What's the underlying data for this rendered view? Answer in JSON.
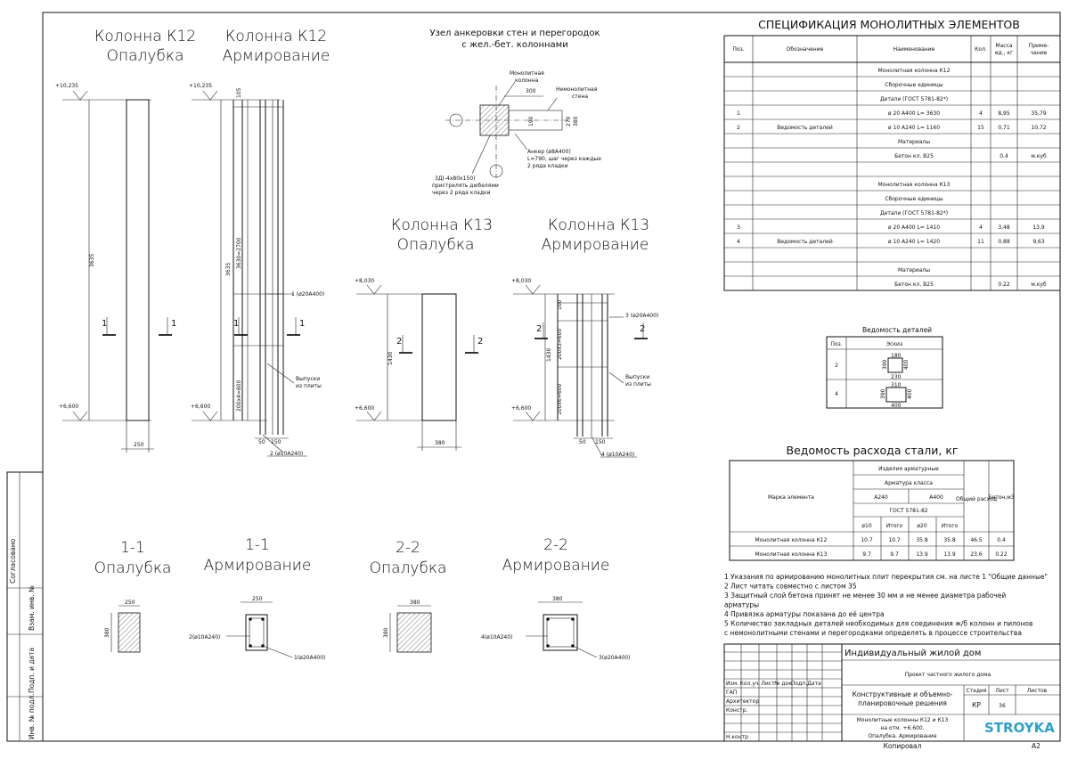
{
  "views": {
    "k12_formwork_title": [
      "Колонна К12",
      "Опалубка"
    ],
    "k12_rebar_title": [
      "Колонна К12",
      "Армирование"
    ],
    "k13_formwork_title": [
      "Колонна К13",
      "Опалубка"
    ],
    "k13_rebar_title": [
      "Колонна К13",
      "Армирование"
    ],
    "s11_formwork_title": [
      "1-1",
      "Опалубка"
    ],
    "s11_rebar_title": [
      "1-1",
      "Армирование"
    ],
    "s22_formwork_title": [
      "2-2",
      "Опалубка"
    ],
    "s22_rebar_title": [
      "2-2",
      "Армирование"
    ],
    "node_title": [
      "Узел анкеровки стен и перегородок",
      "с жел.-бет. колоннами"
    ]
  },
  "marks": {
    "lvl_top_k12": "+10,235",
    "lvl_bot": "+6,600",
    "lvl_top_k13": "+8,030",
    "dim_k12_h": "3635",
    "dim_k12_w": "250",
    "dim_k13_h": "1430",
    "dim_k13_w": "380",
    "dim_k12_seg1": "3630=2700",
    "dim_k12_seg2": "200x4=800",
    "dim_k13_seg1": "200x3=600",
    "dim_k13_seg2": "100x6=600",
    "dim_top_k12": "105",
    "dim_top_k13": "100",
    "dim_bot_a": "50",
    "dim_bot_b": "150",
    "sec1": "1",
    "sec2": "2",
    "k12_pos1": "1 (ø20A400)",
    "k12_pos2": "2 (ø10A240)",
    "k13_pos3": "3 (ø20A400)",
    "k13_pos4": "4 (ø10A240)",
    "outlets": [
      "Выпуски",
      "из плиты"
    ],
    "s11_rebar_left": "2(ø10A240)",
    "s11_rebar_right": "1(ø20A400)",
    "s22_rebar_left": "4(ø10A240)",
    "s22_rebar_right": "3(ø20A400)",
    "s_dim_250": "250",
    "s_dim_380": "380",
    "node_labels": {
      "monolithic": [
        "Монолитная",
        "колонна"
      ],
      "non_monolithic": [
        "Немонолитная",
        "стена"
      ],
      "anchor": [
        "Анкер (ø8A400)",
        "L=790, шаг через каждые",
        "2 ряда кладки"
      ],
      "plate": [
        "3Д(-4х80х150)",
        "пристрелять дюбелями",
        "через 2 ряда кладки"
      ],
      "d300": "300",
      "d190": "190",
      "d270": "270",
      "d380": "380"
    }
  },
  "spec": {
    "title": "СПЕЦИФИКАЦИЯ МОНОЛИТНЫХ ЭЛЕМЕНТОВ",
    "headers": [
      "Поз.",
      "Обозначение",
      "Наименование",
      "Кол.",
      "Масса ед., кг",
      "Приме-чание"
    ],
    "rows": [
      [
        "",
        "",
        "Монолитная колонна К12",
        "",
        "",
        ""
      ],
      [
        "",
        "",
        "Сборочные единицы",
        "",
        "",
        ""
      ],
      [
        "",
        "",
        "Детали (ГОСТ 5781-82*)",
        "",
        "",
        ""
      ],
      [
        "1",
        "",
        "ø  20  A400     L=  3630",
        "4",
        "8,95",
        "35,79"
      ],
      [
        "2",
        "Ведомость деталей",
        "ø  10  A240     L=  1160",
        "15",
        "0,71",
        "10,72"
      ],
      [
        "",
        "",
        "Материалы",
        "",
        "",
        ""
      ],
      [
        "",
        "",
        "Бетон кл. В25",
        "",
        "0.4",
        "м.куб"
      ],
      [
        "",
        "",
        "",
        "",
        "",
        ""
      ],
      [
        "",
        "",
        "Монолитная колонна К13",
        "",
        "",
        ""
      ],
      [
        "",
        "",
        "Сборочные единицы",
        "",
        "",
        ""
      ],
      [
        "",
        "",
        "Детали (ГОСТ 5781-82*)",
        "",
        "",
        ""
      ],
      [
        "3",
        "",
        "ø  20  A400     L=  1410",
        "4",
        "3,48",
        "13,9"
      ],
      [
        "4",
        "Ведомость деталей",
        "ø  10  A240     L=  1420",
        "11",
        "0,88",
        "9,63"
      ],
      [
        "",
        "",
        "",
        "",
        "",
        ""
      ],
      [
        "",
        "",
        "Материалы",
        "",
        "",
        ""
      ],
      [
        "",
        "",
        "Бетон кл. В25",
        "",
        "0.22",
        "м.куб"
      ]
    ]
  },
  "details": {
    "title": "Ведомость деталей",
    "headers": [
      "Поз.",
      "Эскиз"
    ],
    "rows": [
      {
        "pos": "2",
        "w": "180",
        "h1": "390",
        "h2": "400",
        "b": "230"
      },
      {
        "pos": "4",
        "w": "310",
        "h1": "390",
        "h2": "400",
        "b": "400"
      }
    ]
  },
  "steel": {
    "title": "Ведомость расхода стали, кг",
    "h_mark": "Марка элемента",
    "h_products": "Изделия арматурные",
    "h_class": "Арматура класса",
    "h_a240": "A240",
    "h_a400": "A400",
    "h_gost": "ГОСТ 5781-82",
    "h_sub": [
      "ø10",
      "Итого",
      "ø20",
      "Итого"
    ],
    "h_total": "Общий расход",
    "h_concrete": "Бетон,м3",
    "rows": [
      [
        "Монолитная колонна К12",
        "10.7",
        "10.7",
        "35.8",
        "35.8",
        "46.5",
        "0.4"
      ],
      [
        "Монолитная колонна К13",
        "9.7",
        "9.7",
        "13.9",
        "13.9",
        "23.6",
        "0.22"
      ]
    ]
  },
  "notes": [
    "1 Указания по армированию монолитных плит перекрытия см. на листе 1 \"Общие данные\"",
    "2 Лист читать совместно с листом 35",
    "3 Защитный слой бетона  принят  не менее 30 мм и не менее диаметра рабочей",
    "арматуры",
    "4 Привязка арматуры показана до её центра",
    "5 Количество закладных деталей необходимых для соединения  ж/б колонн и пилонов",
    "с немонолитными стенами и перегородками определять в процессе строительства"
  ],
  "stamp": {
    "object": "Индивидуальный жилой дом",
    "project": "Проект частного жилого дома",
    "section": [
      "Конструктивные и объемно-",
      "планировочные решения"
    ],
    "sheet_title": [
      "Монолитные колонны К12 и К13",
      "на отм. +6.600.",
      "Опалубка. Армирование"
    ],
    "h_stage": "Стадия",
    "h_sheet": "Лист",
    "h_sheets": "Листов",
    "stage": "КР",
    "sheet": "36",
    "sheets": "",
    "cols": [
      "Изм.",
      "Кол.уч.",
      "Лист",
      "№ док.",
      "Подп.",
      "Дата"
    ],
    "roles": [
      "ГАП",
      "Архитектор",
      "Констр.",
      "",
      "",
      "Н.контр"
    ],
    "logo": "STROYKA",
    "copied": "Копировал",
    "format": "A2"
  },
  "side_stamp": {
    "agreed": "Согласовано",
    "inv_replace": "Взам. инв. №",
    "sign_date": "Подп. и дата",
    "inv_orig": "Инв. № подл."
  }
}
